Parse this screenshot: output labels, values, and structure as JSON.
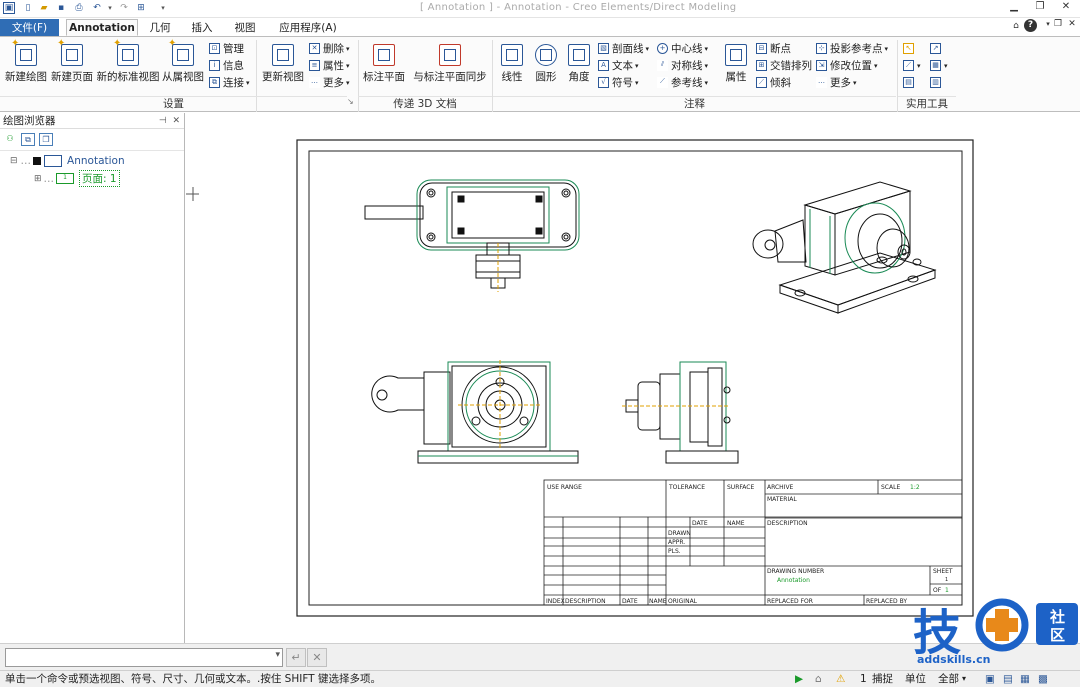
{
  "title": "[ Annotation ] - Annotation - Creo Elements/Direct Modeling",
  "tabs": [
    "文件(F)",
    "Annotation",
    "几何",
    "插入",
    "视图",
    "应用程序(A)"
  ],
  "ribbon": {
    "setup_buttons": [
      "新建绘图",
      "新建页面",
      "新的标准视图",
      "从属视图"
    ],
    "setup_small": [
      "管理",
      "信息",
      "连接"
    ],
    "update_view": "更新视图",
    "edit_small": [
      "删除",
      "属性",
      "更多"
    ],
    "plane_btn": "标注平面",
    "plane_sync": "与标注平面同步",
    "dim_buttons": [
      "线性",
      "圆形",
      "角度"
    ],
    "anno_small1": [
      "剖面线",
      "文本",
      "符号"
    ],
    "anno_small2": [
      "中心线",
      "对称线",
      "参考线"
    ],
    "attr_btn": "属性",
    "anno_small3": [
      "断点",
      "交错排列",
      "倾斜"
    ],
    "anno_small4": [
      "投影参考点",
      "修改位置",
      "更多"
    ],
    "groups": {
      "setup": "设置",
      "transfer": "传递 3D 文档",
      "annotation": "注释",
      "tools": "实用工具"
    }
  },
  "browser": {
    "title": "绘图浏览器",
    "root": "Annotation",
    "page": "页面: 1"
  },
  "drawing": {
    "use_range": "USE RANGE",
    "tolerance": "TOLERANCE",
    "surface": "SURFACE",
    "archive": "ARCHIVE",
    "scale_label": "SCALE",
    "scale_value": "1:2",
    "material": "MATERIAL",
    "date": "DATE",
    "name": "NAME",
    "description_h": "DESCRIPTION",
    "drawn": "DRAWN",
    "appr": "APPR.",
    "pls": "PLS.",
    "drawing_number": "DRAWING NUMBER",
    "drawing_value": "Annotation",
    "sheet": "SHEET",
    "sheet_no": "1",
    "of": "OF",
    "of_no": "1",
    "index": "INDEX",
    "description": "DESCRIPTION",
    "date2": "DATE",
    "name2": "NAME",
    "original": "ORIGINAL",
    "replaced_for": "REPLACED FOR",
    "replaced_by": "REPLACED BY"
  },
  "status_text": "单击一个命令或预选视图、符号、尺寸、几何或文本。.按住 SHIFT 键选择多项。",
  "status_right": {
    "count": "1",
    "snap": "捕捉",
    "unit": "单位",
    "all": "全部"
  },
  "watermark": {
    "brand": "技",
    "sub": "社区",
    "url": "addskills.cn"
  },
  "colors": {
    "accent": "#2b5797",
    "file_tab": "#2f6db5",
    "green": "#1a9a2a",
    "orange": "#e0a000"
  }
}
